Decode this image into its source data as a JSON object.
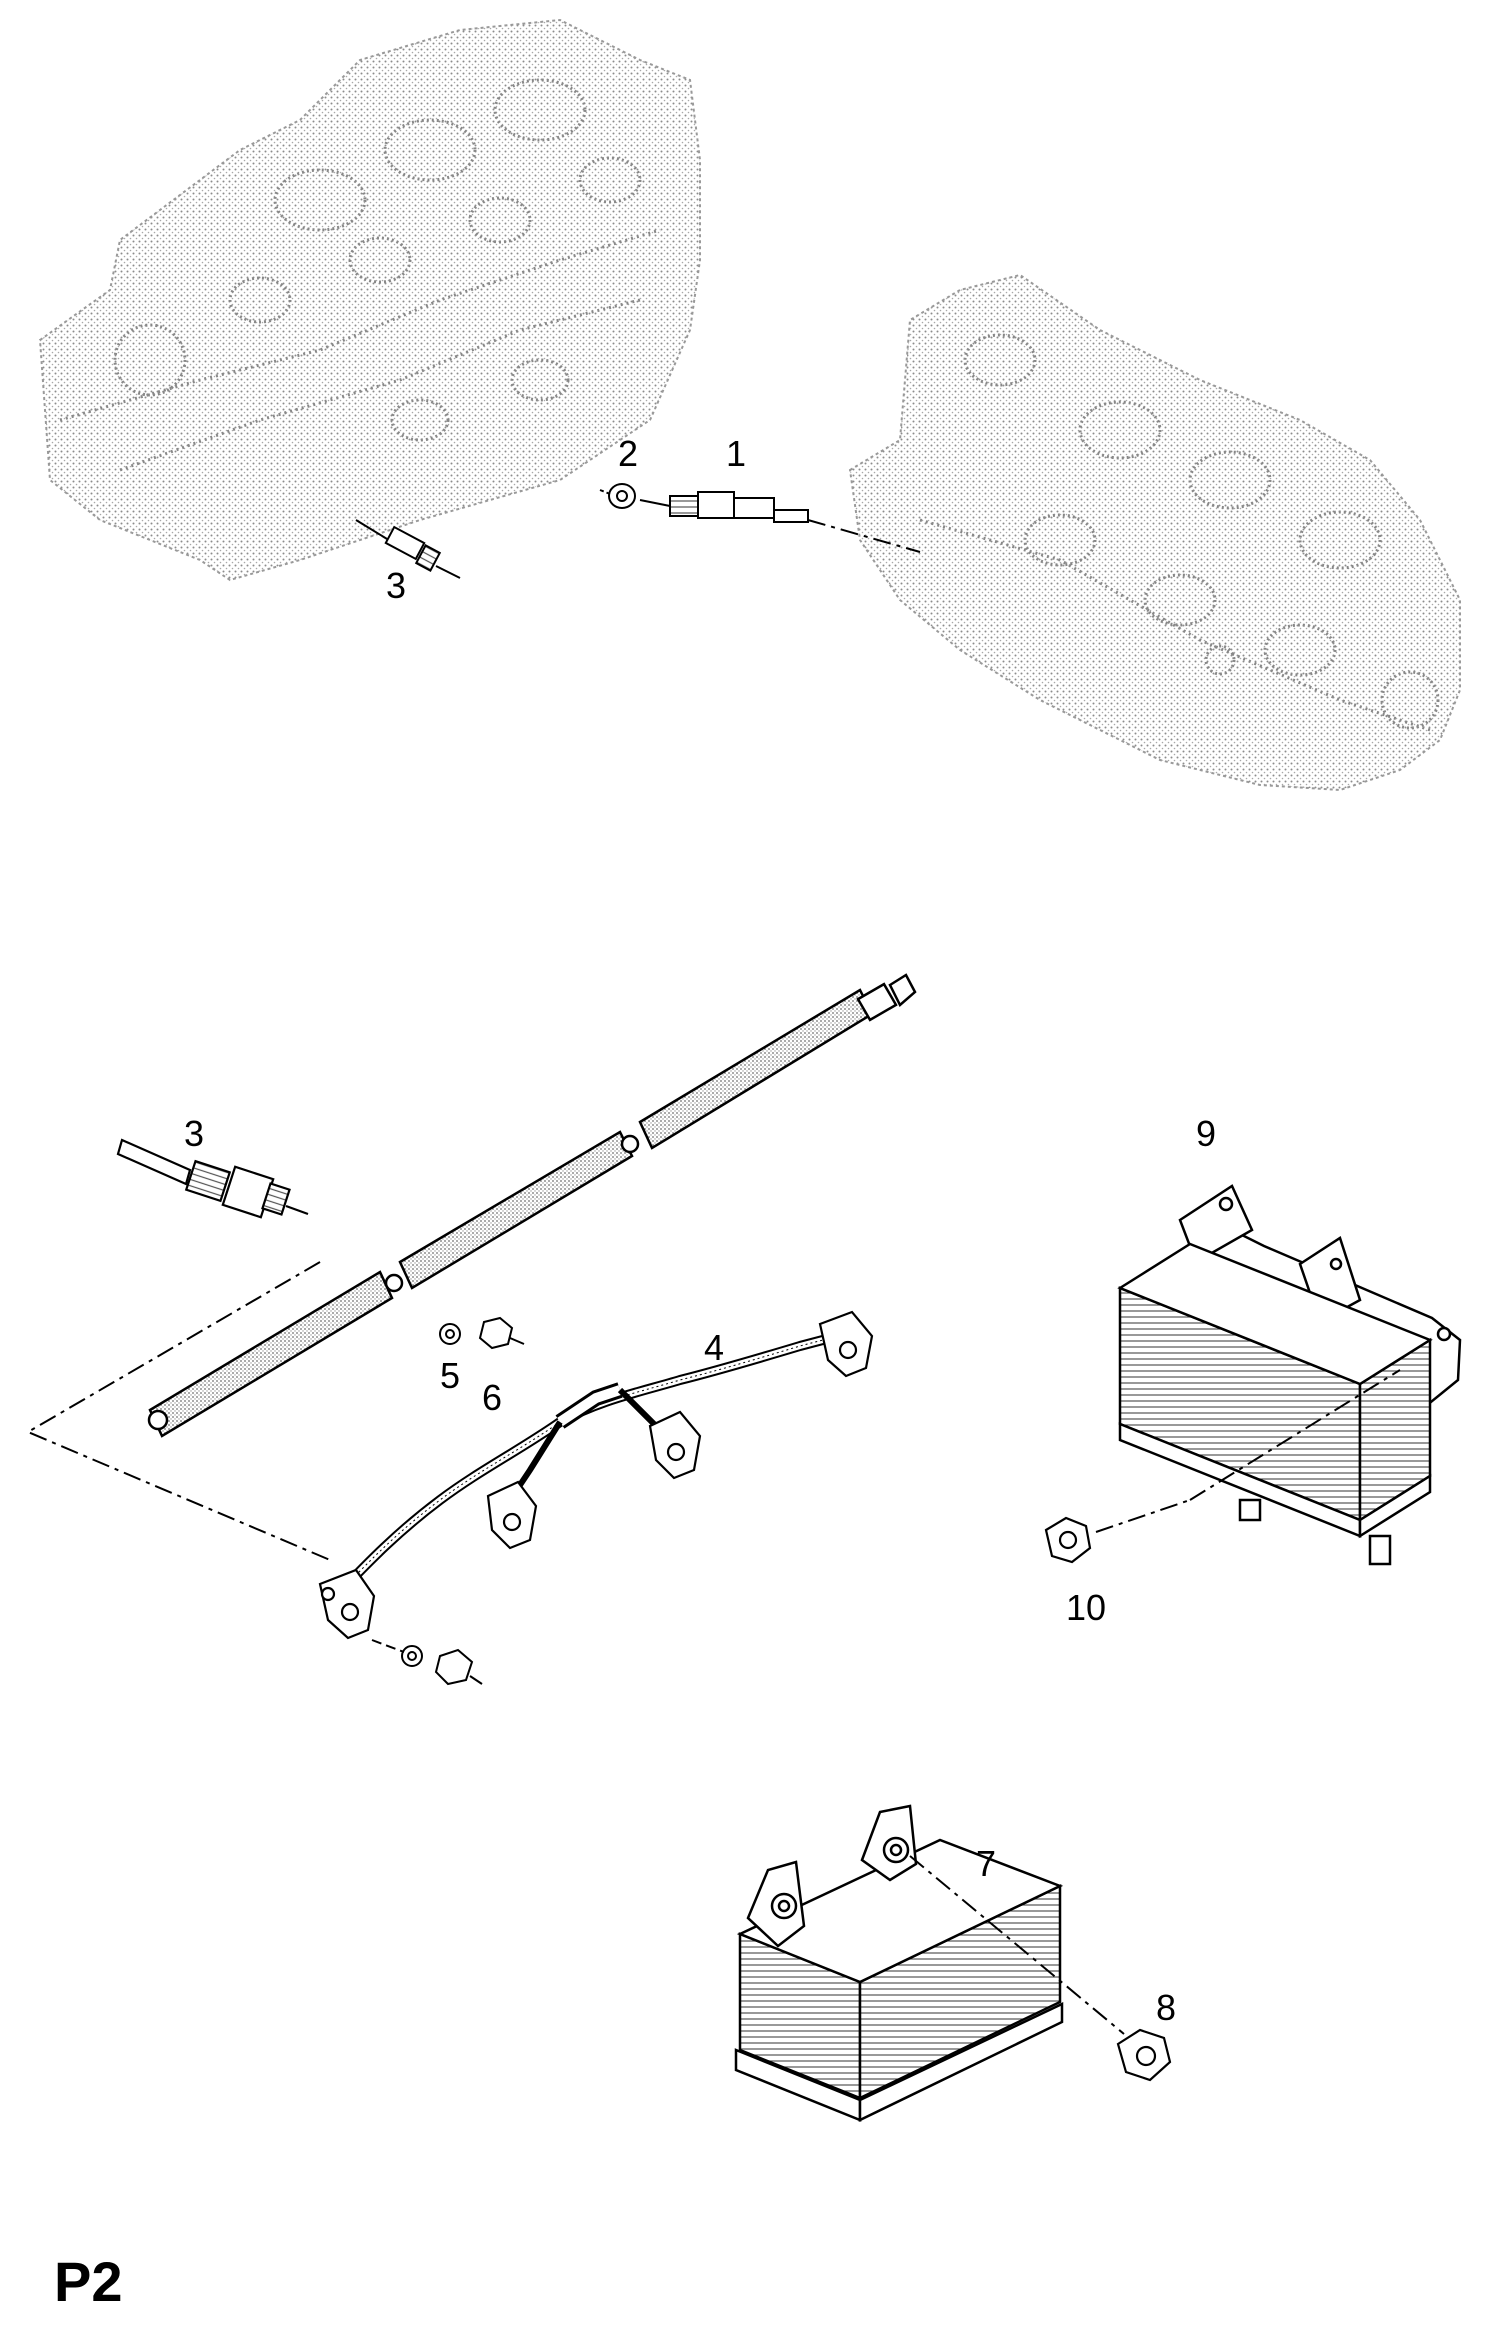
{
  "callouts": {
    "c1": "1",
    "c2": "2",
    "c3_top": "3",
    "c3_mid": "3",
    "c4": "4",
    "c5": "5",
    "c6": "6",
    "c7": "7",
    "c8": "8",
    "c9": "9",
    "c10": "10"
  },
  "page_code": "P2",
  "colors": {
    "line": "#000000",
    "stipple": "#9a9a9a",
    "background": "#ffffff"
  }
}
